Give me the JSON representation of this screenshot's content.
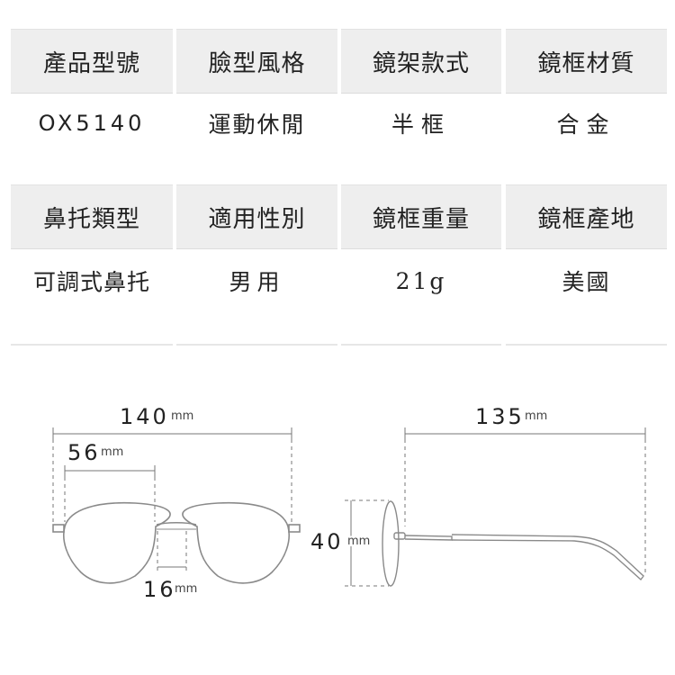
{
  "specs": {
    "row1": {
      "headers": [
        "產品型號",
        "臉型風格",
        "鏡架款式",
        "鏡框材質"
      ],
      "values": [
        "OX5140",
        "運動休閒",
        "半框",
        "合金"
      ]
    },
    "row2": {
      "headers": [
        "鼻托類型",
        "適用性別",
        "鏡框重量",
        "鏡框產地"
      ],
      "values": [
        "可調式鼻托",
        "男用",
        "21g",
        "美國"
      ]
    }
  },
  "dimensions": {
    "total_width": {
      "value": "140",
      "unit": "mm"
    },
    "lens_width": {
      "value": "56",
      "unit": "mm"
    },
    "bridge_width": {
      "value": "16",
      "unit": "mm"
    },
    "lens_height": {
      "value": "40",
      "unit": "mm"
    },
    "temple_length": {
      "value": "135",
      "unit": "mm"
    }
  },
  "colors": {
    "header_bg": "#eeeeee",
    "line": "#888888",
    "text": "#222222"
  }
}
